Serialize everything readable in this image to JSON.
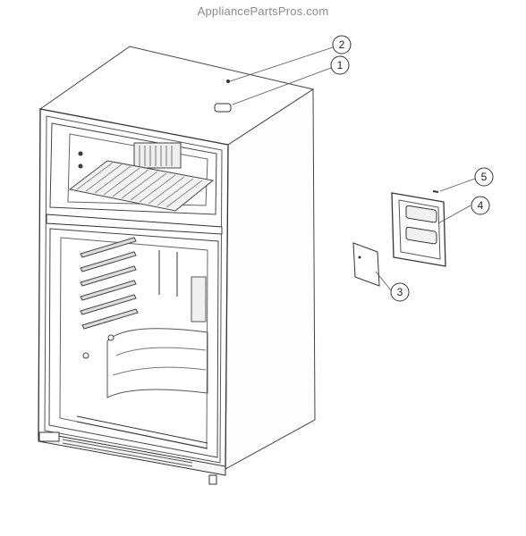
{
  "watermark": "AppliancePartsPros.com",
  "callouts": [
    {
      "id": "1",
      "label": "1",
      "part": "cabinet-top-part-icon"
    },
    {
      "id": "2",
      "label": "2",
      "part": "top-screw-icon"
    },
    {
      "id": "3",
      "label": "3",
      "part": "panel-part-icon"
    },
    {
      "id": "4",
      "label": "4",
      "part": "door-bin-frame-icon"
    },
    {
      "id": "5",
      "label": "5",
      "part": "screw-part-icon"
    }
  ],
  "colors": {
    "line": "#333333",
    "light": "#9a9a9a",
    "background": "#ffffff"
  }
}
